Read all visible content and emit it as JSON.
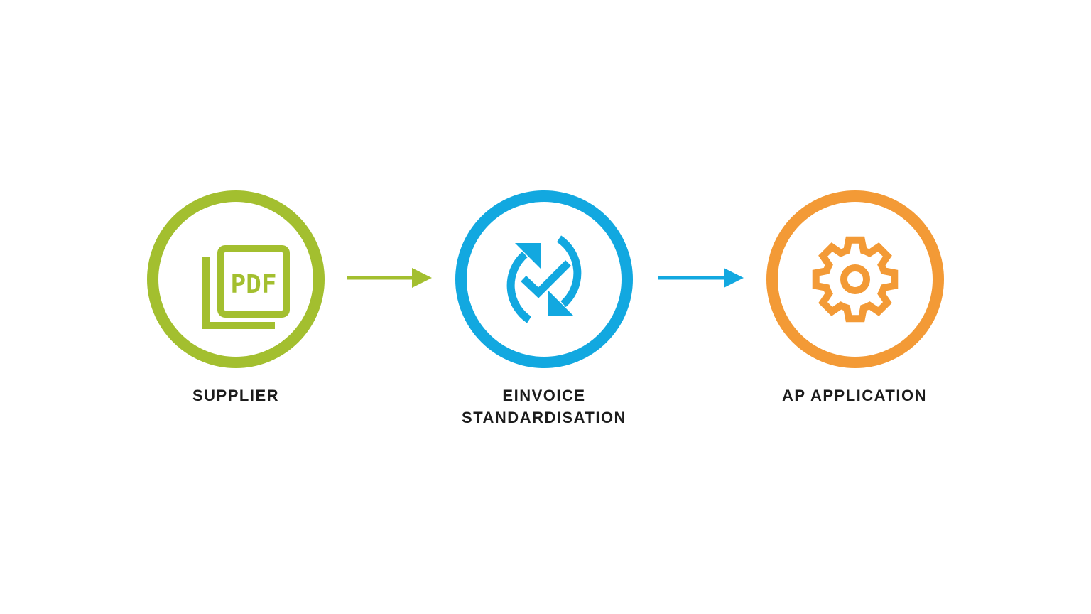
{
  "diagram": {
    "nodes": [
      {
        "id": "supplier",
        "label_lines": [
          "SUPPLIER"
        ],
        "color": "#a3bf2f",
        "icon": "pdf-documents-icon",
        "icon_text": "PDF"
      },
      {
        "id": "einvoice",
        "label_lines": [
          "EINVOICE",
          "STANDARDISATION"
        ],
        "color": "#12a8e0",
        "icon": "sync-check-icon"
      },
      {
        "id": "ap",
        "label_lines": [
          "AP APPLICATION"
        ],
        "color": "#f39a36",
        "icon": "gear-icon"
      }
    ],
    "edges": [
      {
        "from": "supplier",
        "to": "einvoice",
        "color": "#a3bf2f"
      },
      {
        "from": "einvoice",
        "to": "ap",
        "color": "#12a8e0"
      }
    ]
  }
}
